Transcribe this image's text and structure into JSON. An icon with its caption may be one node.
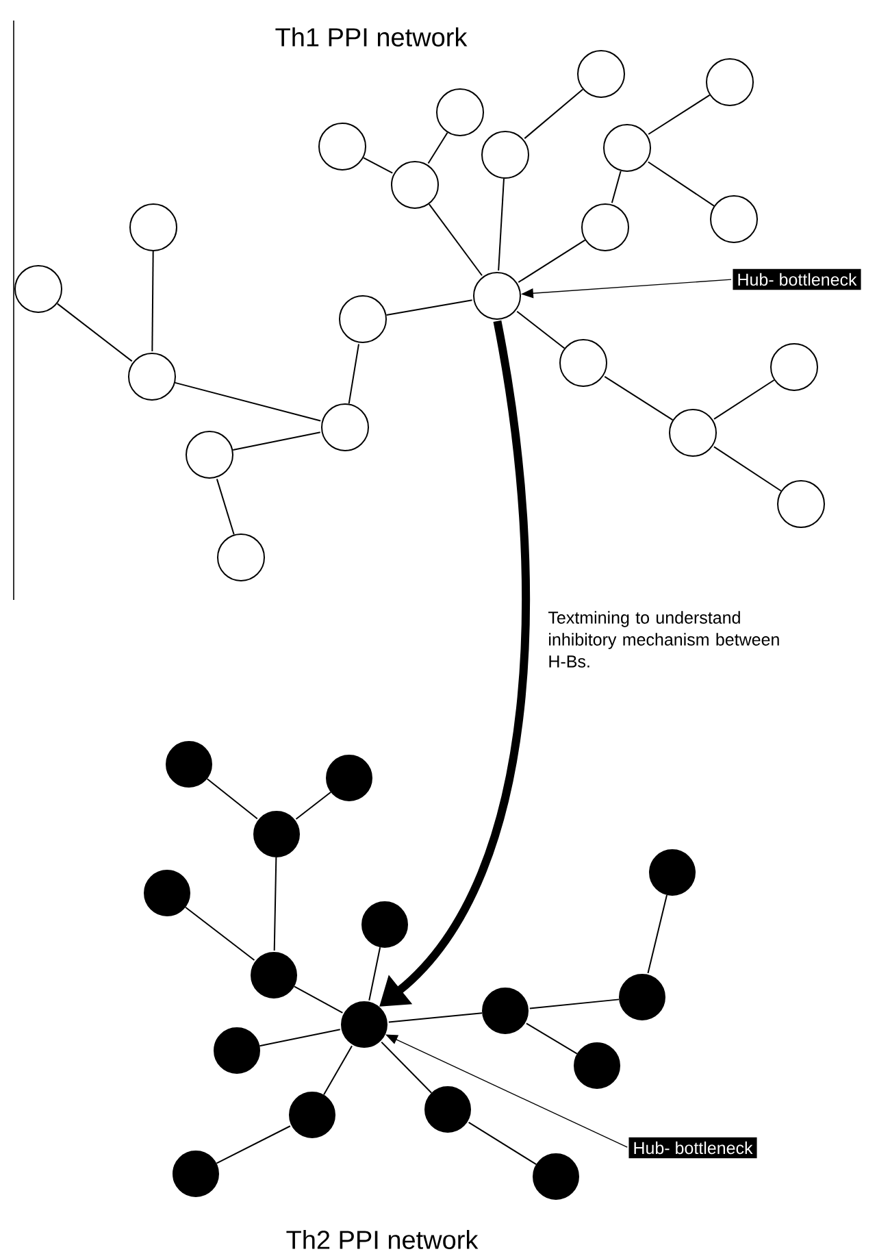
{
  "diagram": {
    "title": "Th1 PPI network",
    "caption": "Th2 PPI network",
    "nodes": [
      {
        "text": [],
        "shape": "circle"
      },
      {
        "text": [],
        "shape": "circle"
      },
      {
        "text": [],
        "shape": "circle"
      },
      {
        "text": [],
        "shape": "circle"
      },
      {
        "text": [],
        "shape": "circle"
      },
      {
        "text": [],
        "shape": "circle"
      },
      {
        "text": [],
        "shape": "circle"
      },
      {
        "text": [],
        "shape": "circle"
      },
      {
        "text": [],
        "shape": "circle"
      },
      {
        "text": [],
        "shape": "circle"
      },
      {
        "text": [],
        "shape": "circle"
      },
      {
        "text": [],
        "shape": "circle"
      },
      {
        "text": [],
        "shape": "circle"
      },
      {
        "text": [],
        "shape": "circle"
      },
      {
        "text": [],
        "shape": "circle"
      },
      {
        "text": [],
        "shape": "circle"
      },
      {
        "text": [],
        "shape": "circle"
      },
      {
        "text": [],
        "shape": "circle"
      },
      {
        "text": [],
        "shape": "circle"
      },
      {
        "text": [],
        "shape": "circle"
      },
      {
        "text": [],
        "shape": "circle"
      },
      {
        "text": [
          "Hub- bottleneck"
        ]
      },
      {
        "text": [],
        "shape": "circle"
      },
      {
        "text": [],
        "shape": "circle"
      },
      {
        "text": [],
        "shape": "circle"
      },
      {
        "text": [],
        "shape": "circle"
      },
      {
        "text": [],
        "shape": "circle"
      },
      {
        "text": [],
        "shape": "circle"
      },
      {
        "text": [],
        "shape": "circle"
      },
      {
        "text": [],
        "shape": "circle"
      },
      {
        "text": [],
        "shape": "circle"
      },
      {
        "text": [],
        "shape": "circle"
      },
      {
        "text": [],
        "shape": "circle"
      },
      {
        "text": [],
        "shape": "circle"
      },
      {
        "text": [],
        "shape": "circle"
      },
      {
        "text": [],
        "shape": "circle"
      },
      {
        "text": [],
        "shape": "circle"
      },
      {
        "text": [],
        "shape": "circle"
      },
      {
        "text": [
          "Hub- bottleneck"
        ]
      }
    ],
    "edges": [
      {
        "from": 0,
        "to": 3,
        "arrow": "none"
      },
      {
        "from": 3,
        "to": 1,
        "arrow": "none"
      },
      {
        "from": 3,
        "to": 2,
        "arrow": "none"
      },
      {
        "from": 0,
        "to": 5,
        "arrow": "none"
      },
      {
        "from": 5,
        "to": 4,
        "arrow": "none"
      },
      {
        "from": 0,
        "to": 9,
        "arrow": "none"
      },
      {
        "from": 9,
        "to": 7,
        "arrow": "none"
      },
      {
        "from": 7,
        "to": 6,
        "arrow": "none"
      },
      {
        "from": 7,
        "to": 8,
        "arrow": "none"
      },
      {
        "from": 0,
        "to": 10,
        "arrow": "none"
      },
      {
        "from": 10,
        "to": 11,
        "arrow": "none"
      },
      {
        "from": 11,
        "to": 14,
        "arrow": "none"
      },
      {
        "from": 14,
        "to": 12,
        "arrow": "none"
      },
      {
        "from": 14,
        "to": 13,
        "arrow": "none"
      },
      {
        "from": 11,
        "to": 15,
        "arrow": "none"
      },
      {
        "from": 15,
        "to": 16,
        "arrow": "none"
      },
      {
        "from": 0,
        "to": 17,
        "arrow": "none"
      },
      {
        "from": 17,
        "to": 18,
        "arrow": "none"
      },
      {
        "from": 18,
        "to": 19,
        "arrow": "none"
      },
      {
        "from": 18,
        "to": 20,
        "arrow": "none"
      },
      {
        "from": 21,
        "to": 0,
        "arrow": "to"
      },
      {
        "from": 22,
        "to": 27,
        "arrow": "none"
      },
      {
        "from": 27,
        "to": 25,
        "arrow": "none"
      },
      {
        "from": 25,
        "to": 23,
        "arrow": "none"
      },
      {
        "from": 25,
        "to": 24,
        "arrow": "none"
      },
      {
        "from": 27,
        "to": 26,
        "arrow": "none"
      },
      {
        "from": 22,
        "to": 28,
        "arrow": "none"
      },
      {
        "from": 22,
        "to": 29,
        "arrow": "none"
      },
      {
        "from": 22,
        "to": 30,
        "arrow": "none"
      },
      {
        "from": 30,
        "to": 31,
        "arrow": "none"
      },
      {
        "from": 22,
        "to": 32,
        "arrow": "none"
      },
      {
        "from": 32,
        "to": 33,
        "arrow": "none"
      },
      {
        "from": 22,
        "to": 34,
        "arrow": "none"
      },
      {
        "from": 34,
        "to": 35,
        "arrow": "none"
      },
      {
        "from": 34,
        "to": 36,
        "arrow": "none"
      },
      {
        "from": 36,
        "to": 37,
        "arrow": "none"
      },
      {
        "from": 38,
        "to": 22,
        "arrow": "to"
      },
      {
        "from": 0,
        "to": 22,
        "arrow": "to",
        "style": "thick",
        "label": "Textmining to understand inhibitory mechanism between H-Bs."
      }
    ]
  }
}
